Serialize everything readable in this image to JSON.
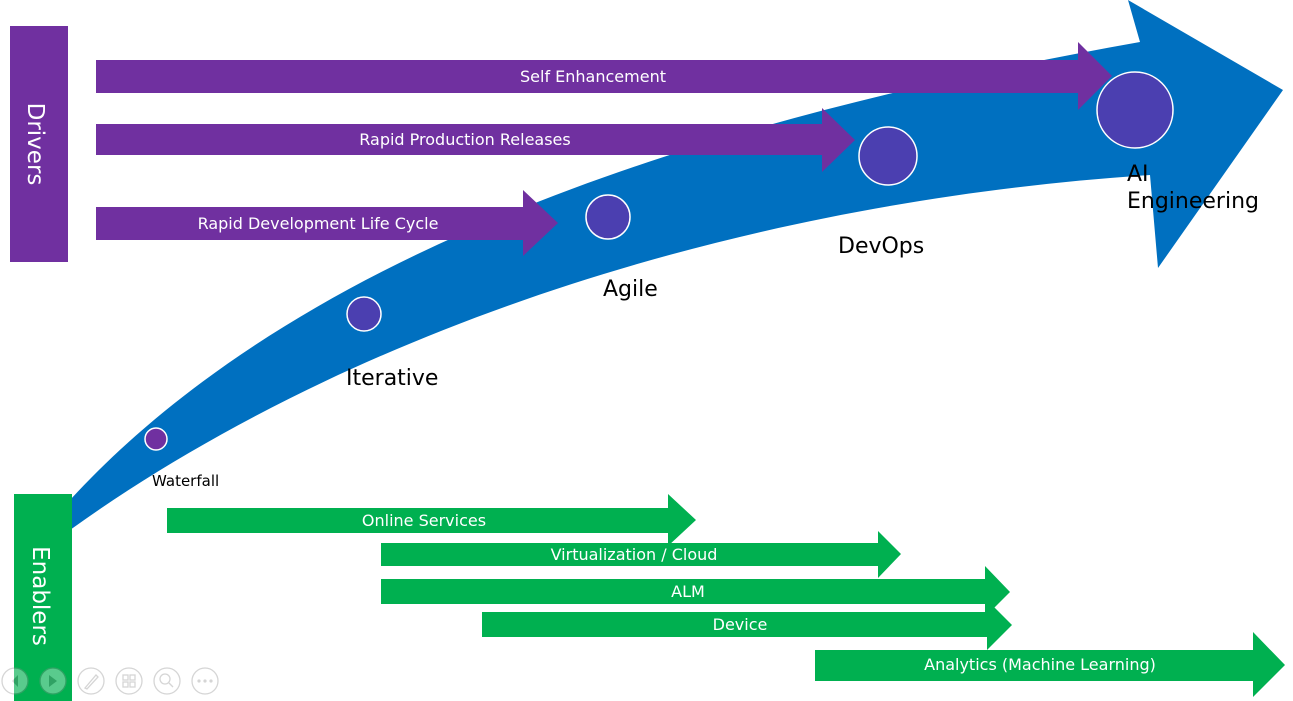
{
  "colors": {
    "curve": "#0070C0",
    "drivers": "#7030A0",
    "enablers": "#00B050",
    "milestone": "#4B3FB0",
    "waterfall_dot": "#7030A0"
  },
  "drivers": {
    "title": "Drivers",
    "items": [
      {
        "label": "Self Enhancement"
      },
      {
        "label": "Rapid Production Releases"
      },
      {
        "label": "Rapid Development Life Cycle"
      }
    ]
  },
  "enablers": {
    "title": "Enablers",
    "items": [
      {
        "label": "Online Services"
      },
      {
        "label": "Virtualization / Cloud"
      },
      {
        "label": "ALM"
      },
      {
        "label": "Device"
      },
      {
        "label": "Analytics (Machine Learning)"
      }
    ]
  },
  "milestones": [
    {
      "label": "Waterfall"
    },
    {
      "label": "Iterative"
    },
    {
      "label": "Agile"
    },
    {
      "label": "DevOps"
    },
    {
      "label_line1": "AI",
      "label_line2": "Engineering"
    }
  ],
  "controls": [
    {
      "name": "previous-slide-button",
      "icon": "chevron-left-icon"
    },
    {
      "name": "next-slide-button",
      "icon": "play-icon"
    },
    {
      "name": "pen-tool-button",
      "icon": "pen-icon"
    },
    {
      "name": "see-all-slides-button",
      "icon": "grid-icon"
    },
    {
      "name": "zoom-button",
      "icon": "magnifier-icon"
    },
    {
      "name": "more-options-button",
      "icon": "ellipsis-icon"
    }
  ]
}
